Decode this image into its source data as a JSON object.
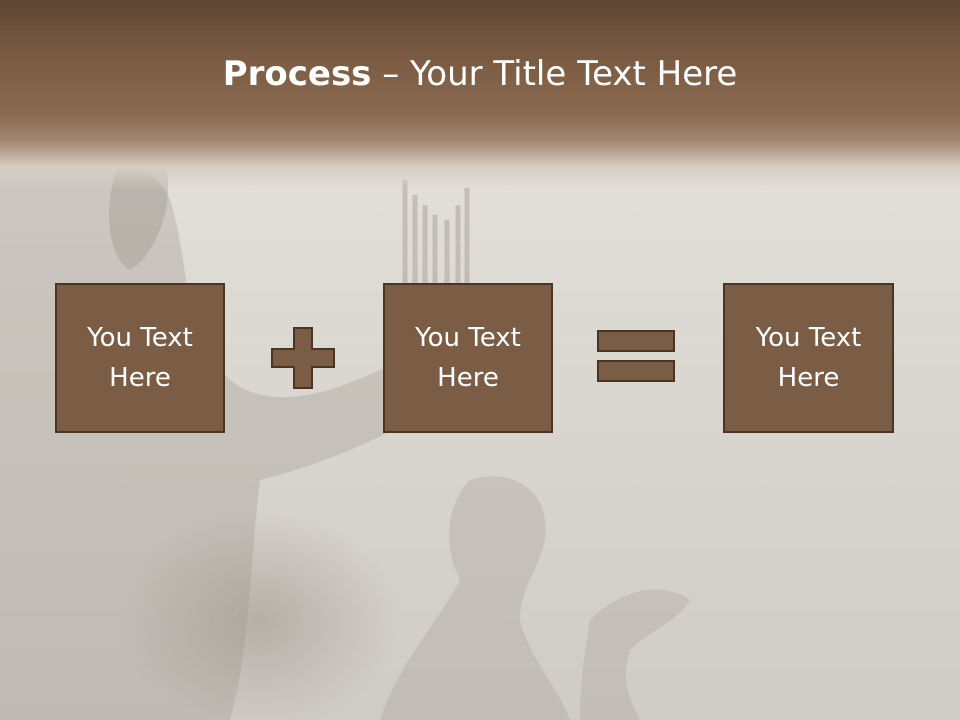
{
  "slide": {
    "title_strong": "Process",
    "title_rest": " – Your Title Text Here"
  },
  "process": {
    "steps": [
      {
        "line1": "You Text",
        "line2": "Here"
      },
      {
        "line1": "You Text",
        "line2": "Here"
      },
      {
        "line1": "You Text",
        "line2": "Here"
      }
    ],
    "operators": [
      "plus-icon",
      "equals-icon"
    ]
  },
  "colors": {
    "box_fill": "#7b5c45",
    "box_border": "#4a3424",
    "title_band": "#7a5b42",
    "title_text": "#ffffff",
    "background": "#dcd8d2"
  }
}
